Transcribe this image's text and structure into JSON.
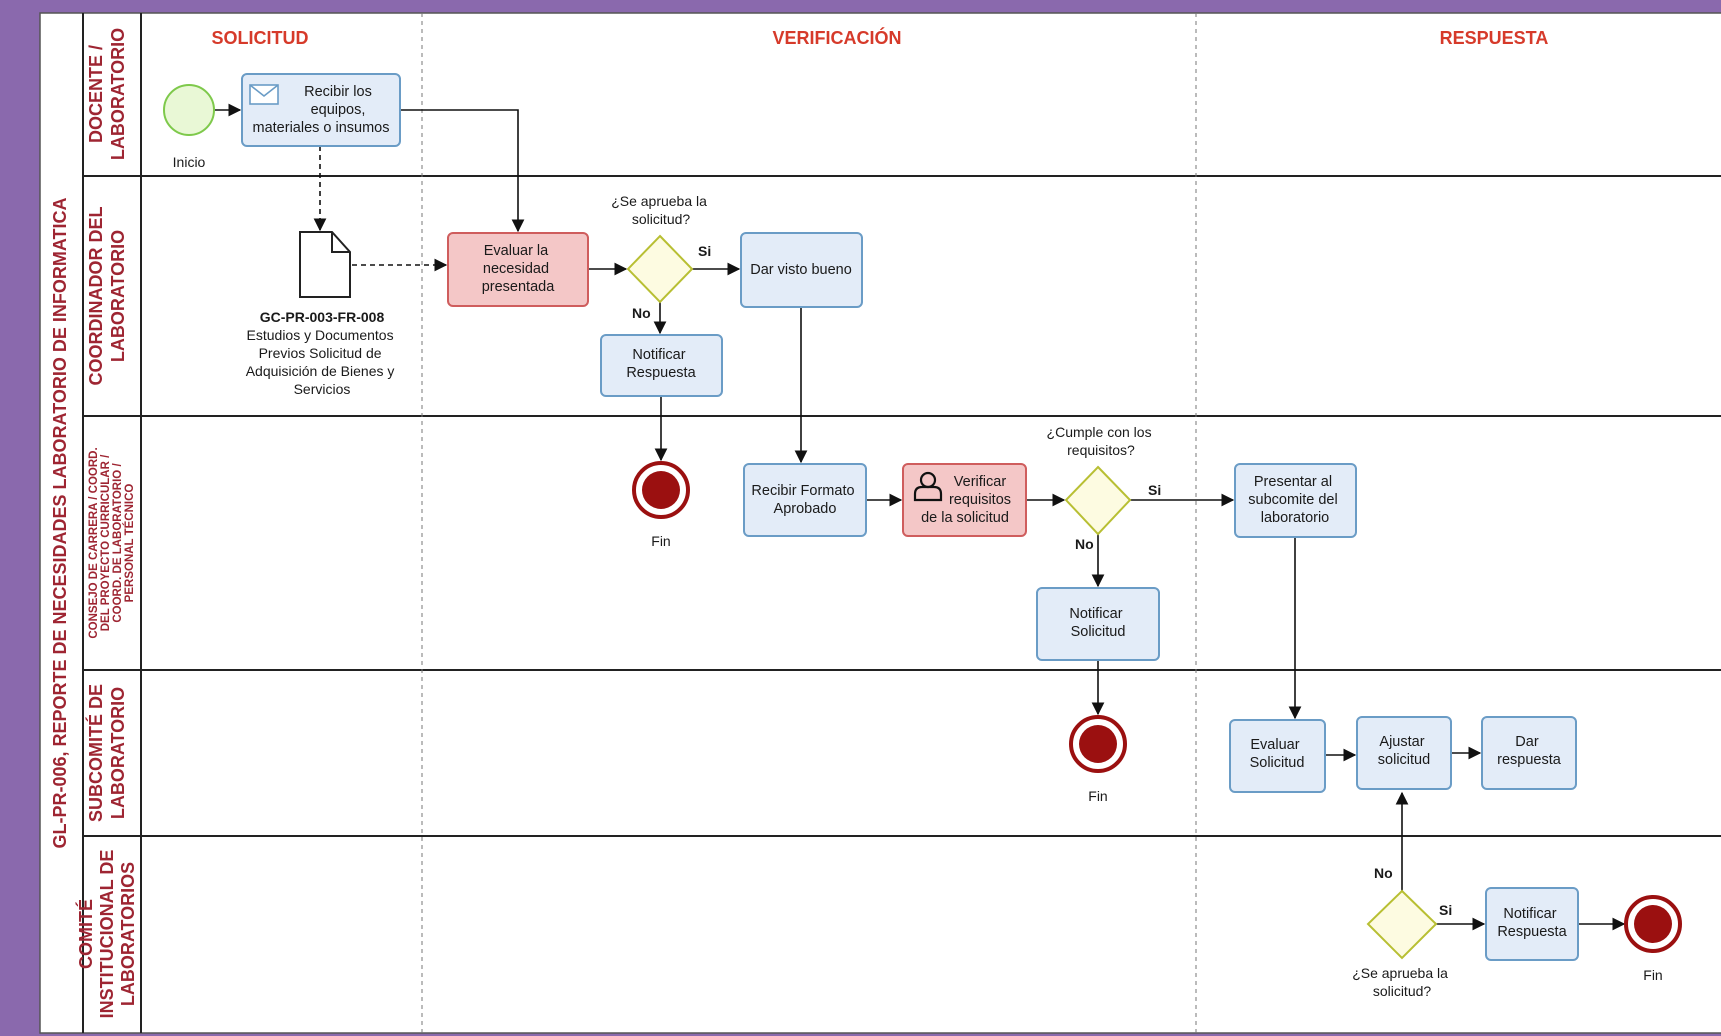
{
  "pool": {
    "title": "GL-PR-006, REPORTE DE NECESIDADES  LABORATORIO DE INFORMATICA"
  },
  "lanes": [
    {
      "lines": [
        "DOCENTE /",
        "LABORATORIO"
      ]
    },
    {
      "lines": [
        "COORDINADOR DEL",
        "LABORATORIO"
      ]
    },
    {
      "lines": [
        "CONSEJO DE CARRERA / COORD.",
        "DEL PROYECTO CURRICULAR /",
        "COORD. DE LABORATORIO /",
        "PERSONAL TÉCNICO"
      ]
    },
    {
      "lines": [
        "SUBCOMITÉ DE",
        "LABORATORIO"
      ]
    },
    {
      "lines": [
        "COMITÉ",
        "INSTITUCIONAL DE",
        "LABORATORIOS"
      ]
    }
  ],
  "phases": [
    "SOLICITUD",
    "VERIFICACIÓN",
    "RESPUESTA"
  ],
  "events": {
    "start_label": "Inicio",
    "end_label": "Fin"
  },
  "tasks": {
    "recibir_equipos": [
      "Recibir los",
      "equipos,",
      "materiales o insumos"
    ],
    "evaluar_necesidad": [
      "Evaluar la",
      "necesidad",
      "presentada"
    ],
    "dar_visto_bueno": [
      "Dar visto bueno"
    ],
    "notificar_respuesta_1": [
      "Notificar",
      "Respuesta"
    ],
    "recibir_formato": [
      "Recibir Formato",
      "Aprobado"
    ],
    "verificar_requisitos": [
      "Verificar",
      "requisitos",
      "de la solicitud"
    ],
    "presentar_subcomite": [
      "Presentar al",
      "subcomite del",
      "laboratorio"
    ],
    "notificar_solicitud": [
      "Notificar",
      "Solicitud"
    ],
    "evaluar_solicitud": [
      "Evaluar",
      "Solicitud"
    ],
    "ajustar_solicitud": [
      "Ajustar",
      "solicitud"
    ],
    "dar_respuesta": [
      "Dar",
      "respuesta"
    ],
    "notificar_respuesta_2": [
      "Notificar",
      "Respuesta"
    ]
  },
  "gateways": {
    "aprueba_1": [
      "¿Se aprueba la",
      "solicitud?"
    ],
    "cumple": [
      "¿Cumple con los",
      "requisitos?"
    ],
    "aprueba_2": [
      "¿Se aprueba la",
      "solicitud?"
    ]
  },
  "flow_labels": {
    "yes": "Si",
    "no": "No"
  },
  "document": {
    "code": "GC-PR-003-FR-008",
    "lines": [
      "Estudios y Documentos",
      "Previos Solicitud de",
      "Adquisición de Bienes y",
      "Servicios"
    ]
  },
  "colors": {
    "background": "#8a69ad",
    "lane_title": "#9e2532",
    "phase_title": "#d63a2a",
    "task_fill": "#e3ecf8",
    "task_stroke": "#6a9cc6",
    "highlight_fill": "#f4c7c7",
    "highlight_stroke": "#cf5d5d",
    "gateway_fill": "#fdfbe1",
    "gateway_stroke": "#b8bf33",
    "start_fill": "#e9f8d6",
    "start_stroke": "#7ec94b",
    "end_fill": "#9b1010"
  }
}
